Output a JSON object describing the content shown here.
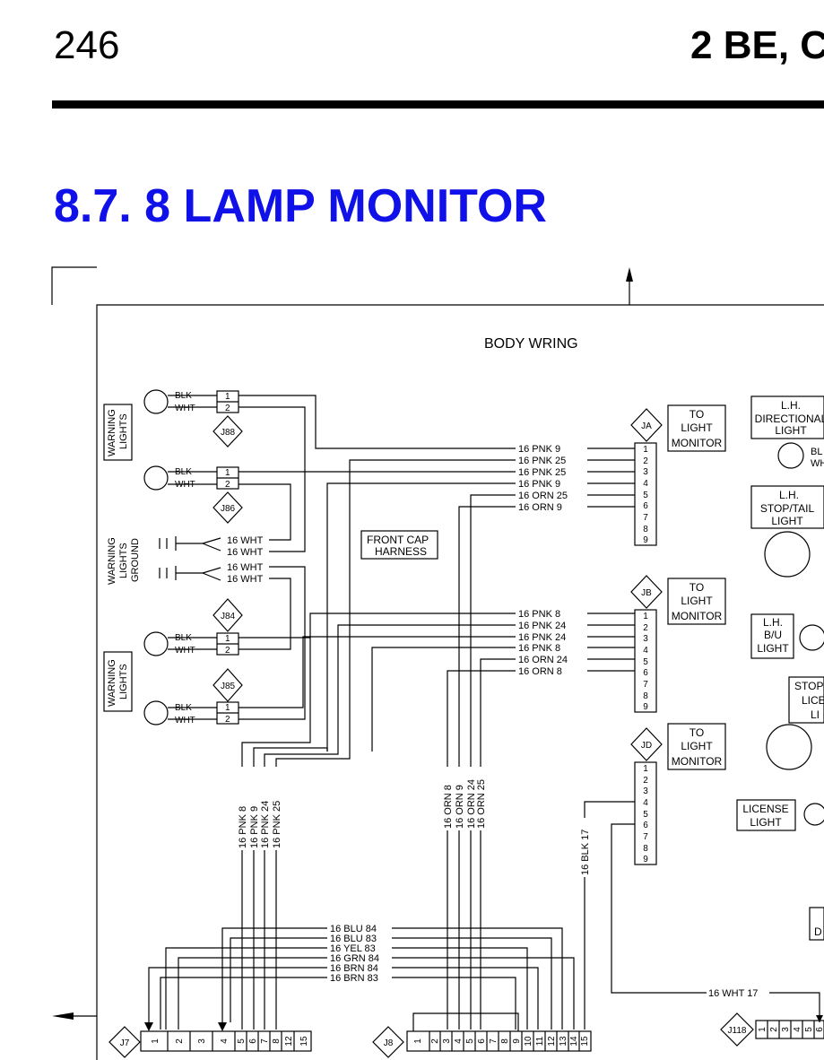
{
  "header": {
    "page_number": "246",
    "running_title": "2 BE, C"
  },
  "section": {
    "title": "8.7.  8 LAMP MONITOR"
  },
  "diagram": {
    "body_title": "BODY WRING",
    "front_cap_harness": [
      "FRONT CAP",
      "HARNESS"
    ],
    "warning_lights_label": [
      "WARNING",
      "LIGHTS"
    ],
    "warning_lights_ground_label": [
      "WARNING",
      "LIGHTS",
      "GROUND"
    ],
    "wht_16": "16  WHT",
    "blk": "BLK",
    "wht": "WHT",
    "connectors": {
      "j88": "J88",
      "j86": "J86",
      "j84": "J84",
      "j85": "J85",
      "ja": "JA",
      "jb": "JB",
      "jd": "JD",
      "j7": "J7",
      "j8": "J8",
      "j118": "J118"
    },
    "to_light_monitor": [
      "TO",
      "LIGHT",
      "MONITOR"
    ],
    "ja_wires": [
      "16  PNK  9",
      "16  PNK  25",
      "16  PNK  25",
      "16  PNK  9",
      "16  ORN  25",
      "16  ORN  9"
    ],
    "jb_wires": [
      "16  PNK  8",
      "16  PNK  24",
      "16  PNK  24",
      "16  PNK  8",
      "16  ORN  24",
      "16  ORN  8"
    ],
    "pnk_vertical": [
      "16  PNK  8",
      "16  PNK  9",
      "16  PNK  24",
      "16  PNK  25"
    ],
    "orn_vertical": [
      "16  ORN  8",
      "16  ORN  9",
      "16  ORN  24",
      "16  ORN  25"
    ],
    "blk_17": "16  BLK  17",
    "bottom_wires": [
      "16  BLU  84",
      "16  BLU  83",
      "16  YEL  83",
      "16  GRN  84",
      "16  BRN  84",
      "16  BRN  83"
    ],
    "wht_17": "16  WHT  17",
    "right_labels": {
      "lh_directional": [
        "L.H.",
        "DIRECTIONAL",
        "LIGHT"
      ],
      "lh_stop_tail": [
        "L.H.",
        "STOP/TAIL",
        "LIGHT"
      ],
      "lh_bu": [
        "L.H.",
        "B/U",
        "LIGHT"
      ],
      "stop_lic": [
        "STOP",
        "LICE",
        "LI"
      ],
      "license_light": [
        "LICENSE",
        "LIGHT"
      ],
      "bl_cut": "BL",
      "wh_cut": "WH",
      "d_cut": "D"
    },
    "pins_1_to_9": [
      "1",
      "2",
      "3",
      "4",
      "5",
      "6",
      "7",
      "8",
      "9"
    ],
    "pins_1_2": [
      "1",
      "2"
    ],
    "j7_pins": [
      "1",
      "2",
      "3",
      "4",
      "5",
      "6",
      "7",
      "8",
      "12",
      "15"
    ],
    "j8_pins": [
      "1",
      "2",
      "3",
      "4",
      "5",
      "6",
      "7",
      "8",
      "9",
      "10",
      "11",
      "12",
      "13",
      "14",
      "15"
    ],
    "j118_pins": [
      "1",
      "2",
      "3",
      "4",
      "5",
      "6"
    ]
  }
}
